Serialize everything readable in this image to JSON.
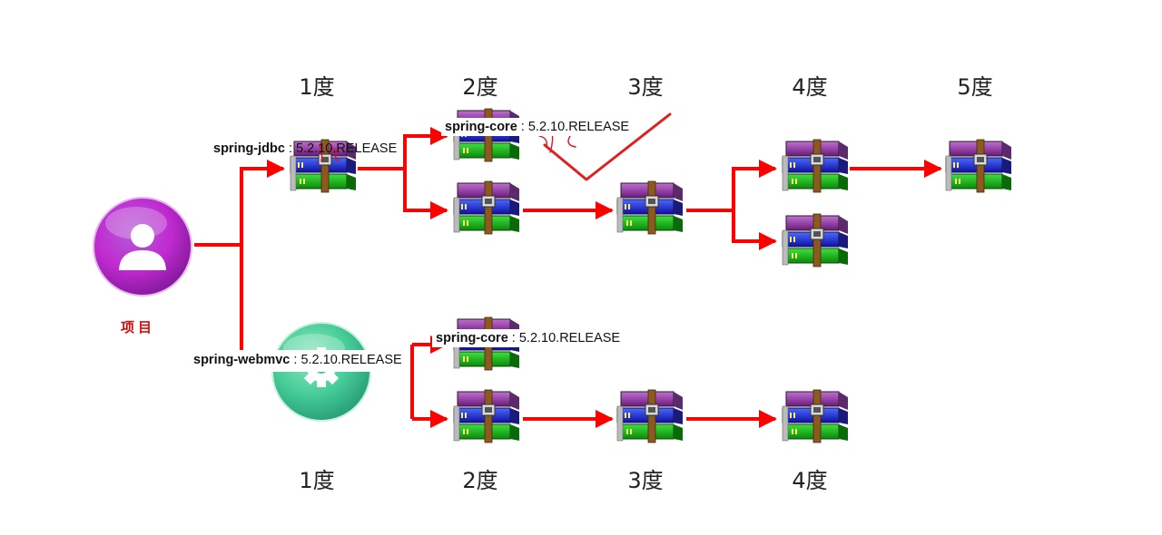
{
  "top_degrees": [
    "1度",
    "2度",
    "3度",
    "4度",
    "5度"
  ],
  "bottom_degrees": [
    "1度",
    "2度",
    "3度",
    "4度"
  ],
  "project_label": "项目",
  "labels": {
    "jdbc": {
      "name": "spring-jdbc",
      "version": " : 5.2.10.RELEASE"
    },
    "core_top": {
      "name": "spring-core",
      "version": " : 5.2.10.RELEASE"
    },
    "webmvc": {
      "name": "spring-webmvc",
      "version": " : 5.2.10.RELEASE"
    },
    "core_bottom": {
      "name": "spring-core",
      "version": " : 5.2.10.RELEASE"
    }
  },
  "icons": {
    "project": "user-icon",
    "webmvc": "gear-icon",
    "dependency": "jar-archive-icon"
  },
  "colors": {
    "arrow": "#ff0000",
    "project_circle": "#c020c8",
    "webmvc_circle": "#3cc896",
    "annotation": "#e01020",
    "check": "#e02020"
  }
}
